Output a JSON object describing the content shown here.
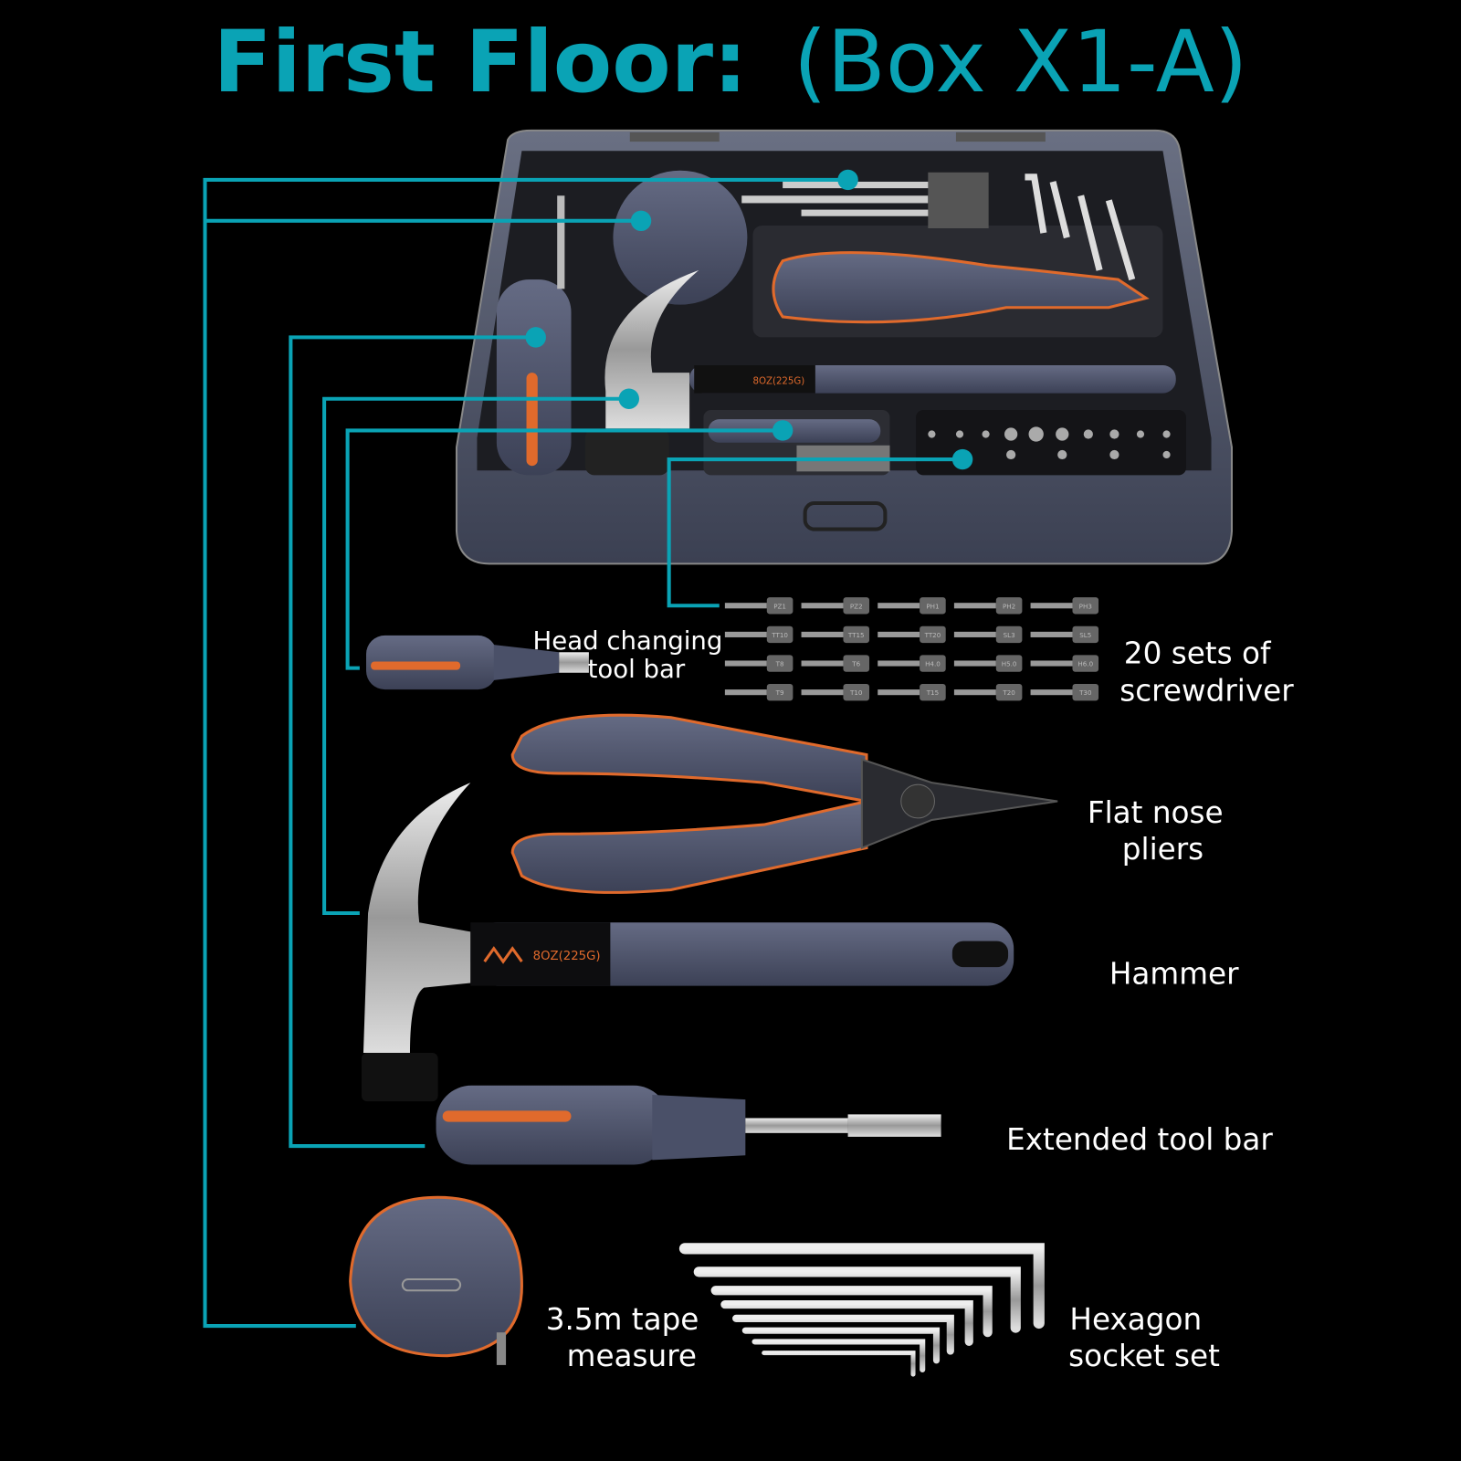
{
  "title": {
    "bold": "First Floor:",
    "normal": "(Box X1-A)"
  },
  "colors": {
    "accent": "#0aa3b5",
    "tool_body": "#4a5068",
    "tool_accent": "#e06a2c",
    "background": "#000000"
  },
  "labels": {
    "head_changing": [
      "Head changing",
      "tool bar"
    ],
    "screwdriver_bits": [
      "20 sets of",
      "screwdriver"
    ],
    "pliers": [
      "Flat nose",
      "pliers"
    ],
    "hammer": "Hammer",
    "extended": "Extended tool bar",
    "tape": [
      "3.5m tape",
      "measure"
    ],
    "hex": [
      "Hexagon",
      "socket set"
    ]
  },
  "hammer_marking": "8OZ(225G)",
  "bits": [
    "PZ1",
    "PZ2",
    "PH1",
    "PH2",
    "PH3",
    "TT10",
    "TT15",
    "TT20",
    "SL3",
    "SL5",
    "T8",
    "T6",
    "H4.0",
    "H5.0",
    "H6.0",
    "T9",
    "T10",
    "T15",
    "T20",
    "T30"
  ]
}
